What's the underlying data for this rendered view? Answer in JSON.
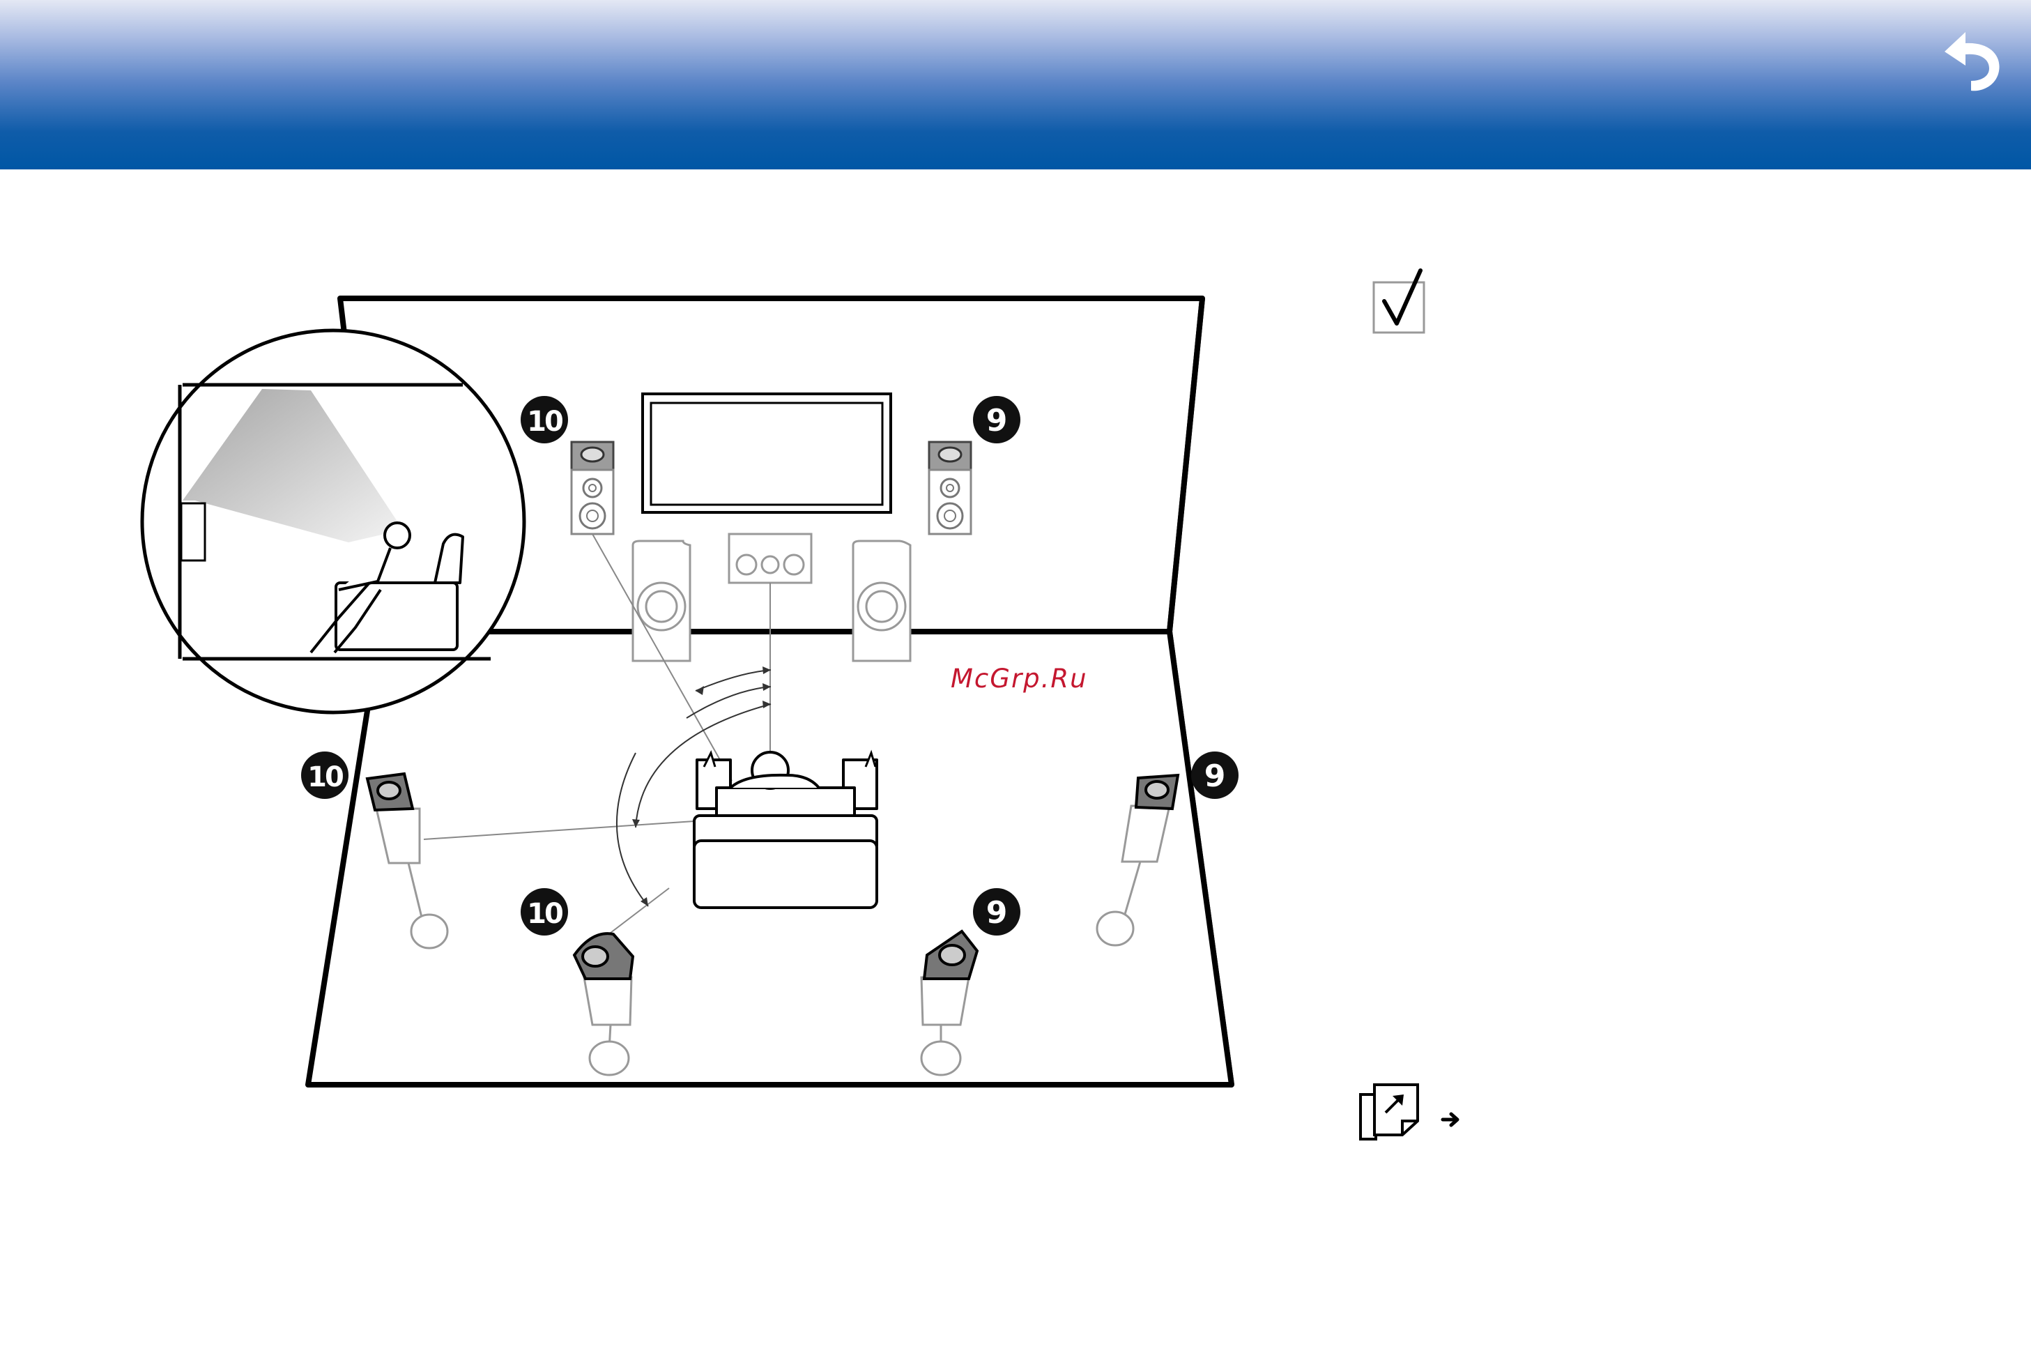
{
  "header": {
    "back_button_icon": "back-arrow-icon",
    "gradient_top": "#e4e8f4",
    "gradient_bottom": "#0057a5"
  },
  "diagram": {
    "markers": {
      "front_high_left": "10",
      "front_high_right": "9",
      "surround_left": "10",
      "surround_right": "9",
      "surround_back_left": "10",
      "surround_back_right": "9"
    }
  },
  "watermark": {
    "text": "McGrp.Ru",
    "color": "#c4172f"
  },
  "sidebar": {
    "check_icon": "checkbox-check-icon",
    "reference_icon": "page-link-icon",
    "reference_arrow_icon": "arrow-right-icon"
  }
}
